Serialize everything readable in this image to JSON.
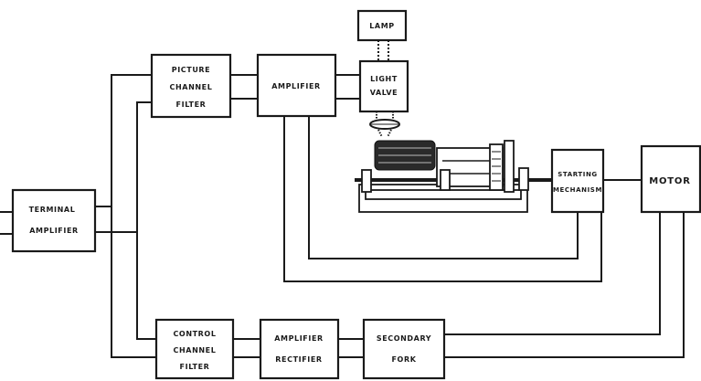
{
  "diagram": {
    "blocks": {
      "lamp": "LAMP",
      "picture_filter": [
        "PICTURE",
        "CHANNEL",
        "FILTER"
      ],
      "amplifier_top": "AMPLIFIER",
      "light_valve": [
        "LIGHT",
        "VALVE"
      ],
      "terminal_amplifier": [
        "TERMINAL",
        "AMPLIFIER"
      ],
      "starting_mechanism": [
        "STARTING",
        "MECHANISM"
      ],
      "motor": "MOTOR",
      "control_filter": [
        "CONTROL",
        "CHANNEL",
        "FILTER"
      ],
      "amplifier_rectifier": [
        "AMPLIFIER",
        "RECTIFIER"
      ],
      "secondary_fork": [
        "SECONDARY",
        "FORK"
      ]
    },
    "colors": {
      "ink": "#1a1a1a",
      "paper": "#ffffff"
    }
  }
}
